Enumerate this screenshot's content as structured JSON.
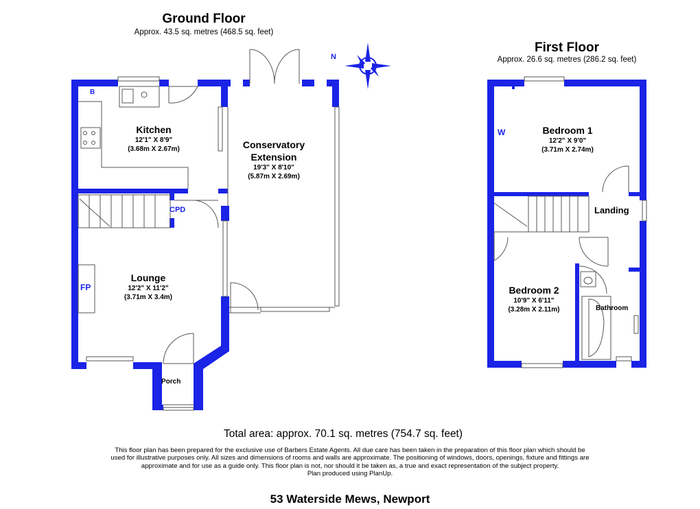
{
  "ground_floor": {
    "title": "Ground Floor",
    "area": "Approx. 43.5 sq. metres (468.5 sq. feet)",
    "rooms": [
      {
        "key": "kitchen",
        "name": "Kitchen",
        "imperial": "12'1\" X 8'9\"",
        "metric": "(3.68m X 2.67m)"
      },
      {
        "key": "conservatory",
        "name": "Conservatory",
        "name2": "Extension",
        "imperial": "19'3\" X 8'10\"",
        "metric": "(5.87m X 2.69m)"
      },
      {
        "key": "lounge",
        "name": "Lounge",
        "imperial": "12'2\" X 11'2\"",
        "metric": "(3.71m X 3.4m)"
      }
    ],
    "porch": "Porch",
    "cpd": "CPD",
    "fp": "FP",
    "boiler": "B",
    "compass": "N"
  },
  "first_floor": {
    "title": "First Floor",
    "area": "Approx. 26.6 sq. metres (286.2 sq. feet)",
    "rooms": [
      {
        "key": "bedroom1",
        "name": "Bedroom 1",
        "imperial": "12'2\" X 9'0\"",
        "metric": "(3.71m X 2.74m)"
      },
      {
        "key": "bedroom2",
        "name": "Bedroom 2",
        "imperial": "10'9\" X 6'11\"",
        "metric": "(3.28m X 2.11m)"
      }
    ],
    "landing": "Landing",
    "bathroom": "Bathroom",
    "wardrobe": "W"
  },
  "total_area": "Total area: approx. 70.1 sq. metres (754.7 sq. feet)",
  "disclaimer": "This floor plan has been prepared for the exclusive use of Barbers Estate Agents. All due care has been taken in the preparation of this floor plan which should be used for illustrative purposes only. All sizes and dimensions of rooms and walls are approximate. The positioning of windows, doors, openings, fixture and fittings are approximate and for use as a guide only. This floor plan is not, nor should it be taken as, a true and exact representation of the subject property.",
  "produced_by": "Plan produced using PlanUp.",
  "address": "53 Waterside Mews, Newport",
  "colors": {
    "wall": "#1a23e6",
    "line": "#555555"
  }
}
